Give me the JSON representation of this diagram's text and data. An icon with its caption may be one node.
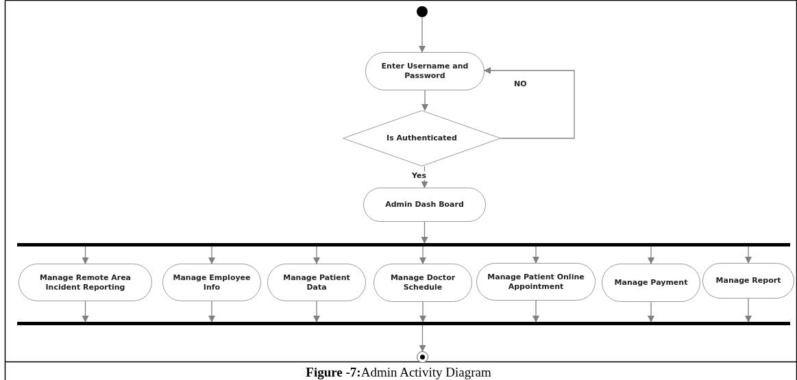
{
  "diagram": {
    "caption": "**Figure -7:**Admin Activity Diagram",
    "nodes": [
      {
        "text": [],
        "shape": "circle"
      },
      {
        "text": [
          "Enter Username and Password"
        ]
      },
      {
        "text": [
          "Is Authenticated"
        ]
      },
      {
        "text": [
          "Admin Dash Board"
        ]
      },
      {
        "text": [],
        "shape": "bar"
      },
      {
        "text": [
          "Manage Remote Area Incident Reporting"
        ]
      },
      {
        "text": [
          "Manage Employee Info"
        ]
      },
      {
        "text": [
          "Manage Patient Data"
        ]
      },
      {
        "text": [
          "Manage Doctor Schedule"
        ]
      },
      {
        "text": [
          "Manage Patient Online Appointment"
        ]
      },
      {
        "text": [
          "Manage Payment"
        ]
      },
      {
        "text": [
          "Manage Report"
        ]
      },
      {
        "text": [],
        "shape": "bar"
      },
      {
        "text": [],
        "shape": "circle"
      }
    ],
    "edges": [
      {
        "from": 0,
        "to": 1,
        "arrow": "to"
      },
      {
        "from": 1,
        "to": 2,
        "arrow": "to"
      },
      {
        "from": 2,
        "to": 1,
        "arrow": "to",
        "label": "NO"
      },
      {
        "from": 2,
        "to": 3,
        "arrow": "to",
        "label": "Yes"
      },
      {
        "from": 3,
        "to": 4,
        "arrow": "to"
      },
      {
        "from": 4,
        "to": 5,
        "arrow": "to"
      },
      {
        "from": 4,
        "to": 6,
        "arrow": "to"
      },
      {
        "from": 4,
        "to": 7,
        "arrow": "to"
      },
      {
        "from": 4,
        "to": 8,
        "arrow": "to"
      },
      {
        "from": 4,
        "to": 9,
        "arrow": "to"
      },
      {
        "from": 4,
        "to": 10,
        "arrow": "to"
      },
      {
        "from": 4,
        "to": 11,
        "arrow": "to"
      },
      {
        "from": 5,
        "to": 12,
        "arrow": "to"
      },
      {
        "from": 6,
        "to": 12,
        "arrow": "to"
      },
      {
        "from": 7,
        "to": 12,
        "arrow": "to"
      },
      {
        "from": 8,
        "to": 12,
        "arrow": "to"
      },
      {
        "from": 9,
        "to": 12,
        "arrow": "to"
      },
      {
        "from": 10,
        "to": 12,
        "arrow": "to"
      },
      {
        "from": 11,
        "to": 12,
        "arrow": "to"
      },
      {
        "from": 12,
        "to": 13,
        "arrow": "to"
      }
    ]
  }
}
